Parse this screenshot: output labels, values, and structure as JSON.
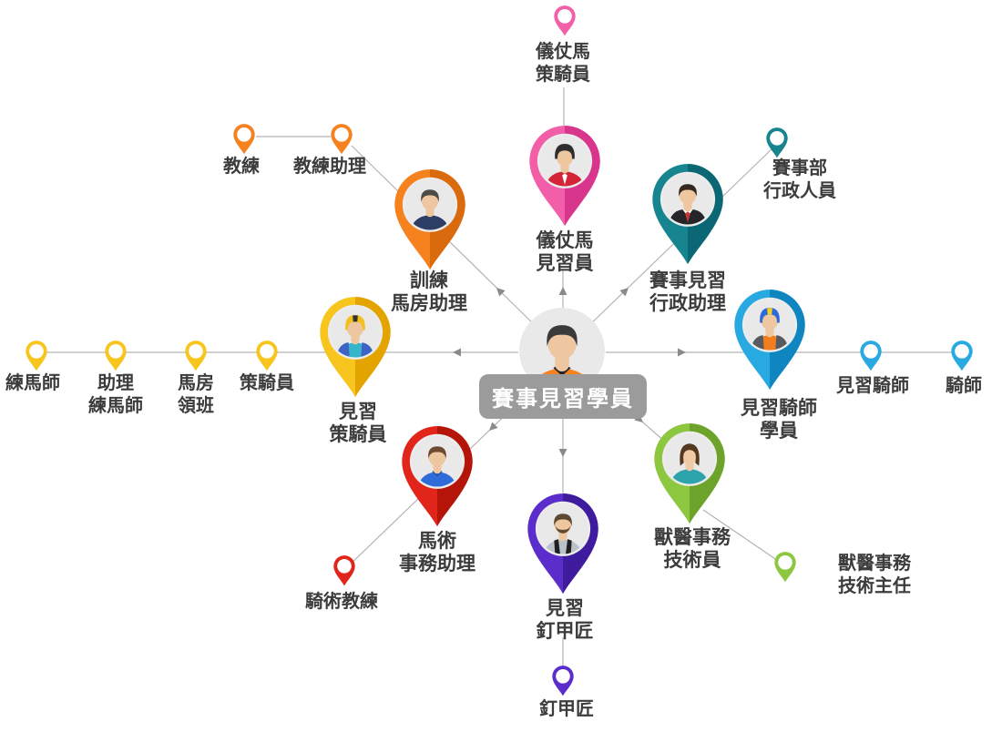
{
  "center": {
    "label": "賽事見習學員",
    "avatar": {
      "desc": "man-orange-polo",
      "hair": "#3a3a3a",
      "skin": "#eec6a0",
      "shirt": "#f5821f",
      "collar": "#26262a"
    }
  },
  "line_color": "#b3b3b3",
  "arrow_color": "#8a8a8a",
  "branches": [
    {
      "name": "ceremonial-horse",
      "color": "#f25fa8",
      "color_dark": "#d8368d",
      "main": {
        "label_lines": [
          "儀仗馬",
          "見習員"
        ],
        "avatar": {
          "desc": "jockey-black-cap-red-jacket",
          "helmet": "#2e2e2e",
          "skin": "#eec6a0",
          "shirt": "#d32537",
          "tie": "#ffffff"
        }
      },
      "subs": [
        {
          "label_lines": [
            "儀仗馬",
            "策騎員"
          ]
        }
      ]
    },
    {
      "name": "training-stable",
      "color": "#f5821f",
      "color_dark": "#d96a0e",
      "main": {
        "label_lines": [
          "訓練",
          "馬房助理"
        ],
        "avatar": {
          "desc": "man-navy-vest",
          "hair": "#4c4c46",
          "skin": "#eec6a0",
          "shirt": "#2e3f66"
        }
      },
      "subs": [
        {
          "label_lines": [
            "教練"
          ]
        },
        {
          "label_lines": [
            "教練助理"
          ]
        }
      ]
    },
    {
      "name": "racing-admin",
      "color": "#17858f",
      "color_dark": "#0c6774",
      "main": {
        "label_lines": [
          "賽事見習",
          "行政助理"
        ],
        "avatar": {
          "desc": "man-black-suit-red-tie",
          "hair": "#36281f",
          "skin": "#eec6a0",
          "shirt": "#ffffff",
          "suit": "#26262a",
          "tie": "#c4392f"
        }
      },
      "subs": [
        {
          "label_lines": [
            "賽事部",
            "行政人員"
          ]
        }
      ]
    },
    {
      "name": "work-rider",
      "color": "#f7c51e",
      "color_dark": "#e3a400",
      "main": {
        "label_lines": [
          "見習",
          "策騎員"
        ],
        "avatar": {
          "desc": "rider-yellow-helmet-blue-vest",
          "helmet": "#f2c11d",
          "helmet2": "#333333",
          "skin": "#eec6a0",
          "shirt": "#35b5c9",
          "vest": "#3e63c4"
        }
      },
      "subs": [
        {
          "label_lines": [
            "練馬師"
          ]
        },
        {
          "label_lines": [
            "助理",
            "練馬師"
          ]
        },
        {
          "label_lines": [
            "馬房",
            "領班"
          ]
        },
        {
          "label_lines": [
            "策騎員"
          ]
        }
      ]
    },
    {
      "name": "apprentice-jockey",
      "color": "#29a9e1",
      "color_dark": "#0f86c0",
      "main": {
        "label_lines": [
          "見習騎師",
          "學員"
        ],
        "avatar": {
          "desc": "jockey-blue-yellow-helmet-orange-silks",
          "helmet": "#2b6bd8",
          "helmet2": "#f7d11e",
          "skin": "#eec6a0",
          "shirt": "#f07d1e",
          "vest": "#555b60"
        }
      },
      "subs": [
        {
          "label_lines": [
            "見習騎師"
          ]
        },
        {
          "label_lines": [
            "騎師"
          ]
        }
      ]
    },
    {
      "name": "equestrian-affairs",
      "color": "#e1251b",
      "color_dark": "#b51409",
      "main": {
        "label_lines": [
          "馬術",
          "事務助理"
        ],
        "avatar": {
          "desc": "man-blue-shirt",
          "hair": "#6e4a33",
          "skin": "#eec6a0",
          "shirt": "#2e6cd8",
          "collar": "#1f4fa8"
        }
      },
      "subs": [
        {
          "label_lines": [
            "騎術教練"
          ]
        }
      ]
    },
    {
      "name": "farrier",
      "color": "#5b2ecc",
      "color_dark": "#3f1b9e",
      "main": {
        "label_lines": [
          "見習",
          "釘甲匠"
        ],
        "avatar": {
          "desc": "bearded-man-grey-shirt-black-apron",
          "hair": "#5d4a33",
          "beard": true,
          "skin": "#eec6a0",
          "shirt": "#b9c2c9",
          "apron": "#1f1f1f"
        }
      },
      "subs": [
        {
          "label_lines": [
            "釘甲匠"
          ]
        }
      ]
    },
    {
      "name": "veterinary",
      "color": "#8dc63f",
      "color_dark": "#6da32a",
      "main": {
        "label_lines": [
          "獸醫事務",
          "技術員"
        ],
        "avatar": {
          "desc": "woman-teal-top",
          "gender": "f",
          "hair": "#54381f",
          "skin": "#f0caa4",
          "shirt": "#2da3ac"
        }
      },
      "subs": [
        {
          "label_lines": [
            "獸醫事務",
            "技術主任"
          ]
        }
      ]
    }
  ]
}
